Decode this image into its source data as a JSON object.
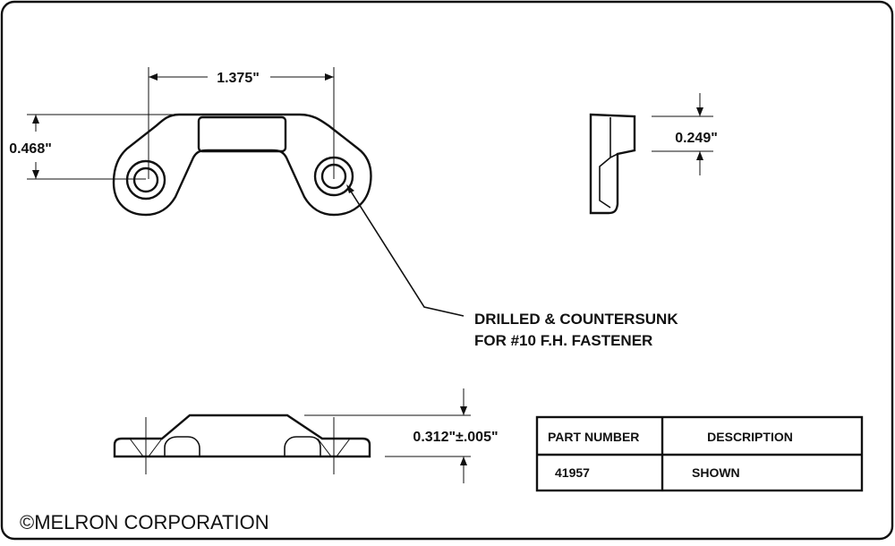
{
  "dimensions": {
    "length": "1.375\"",
    "height": "0.468\"",
    "side_thickness": "0.249\"",
    "total_height": "0.312\"±.005\""
  },
  "callout": {
    "line1": "DRILLED & COUNTERSUNK",
    "line2": "FOR #10 F.H. FASTENER"
  },
  "table": {
    "headers": [
      "PART NUMBER",
      "DESCRIPTION"
    ],
    "rows": [
      {
        "part_number": "41957",
        "description": "SHOWN"
      }
    ]
  },
  "footer": {
    "copyright": "©MELRON CORPORATION"
  }
}
